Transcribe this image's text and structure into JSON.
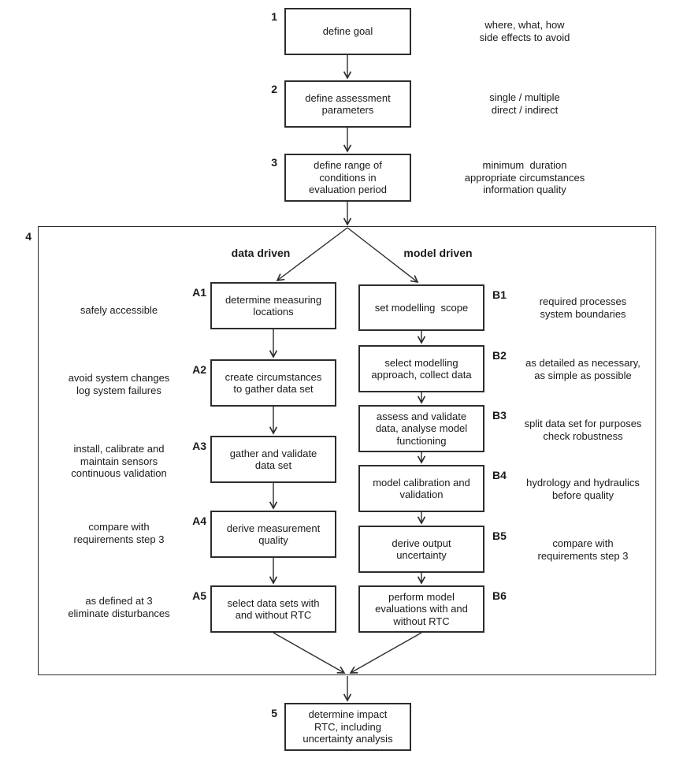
{
  "colors": {
    "background": "#ffffff",
    "line": "#2d2d2d",
    "text": "#1a1a1a"
  },
  "main_steps": [
    {
      "num": "1",
      "label": "define goal",
      "note": "where, what, how\nside effects to avoid"
    },
    {
      "num": "2",
      "label": "define assessment\nparameters",
      "note": "single / multiple\ndirect / indirect"
    },
    {
      "num": "3",
      "label": "define range of\nconditions in\nevaluation period",
      "note": "minimum  duration\nappropriate circumstances\ninformation quality"
    },
    {
      "num": "4"
    },
    {
      "num": "5",
      "label": "determine impact\nRTC, including\nuncertainty analysis"
    }
  ],
  "branch_headers": {
    "left": "data driven",
    "right": "model driven"
  },
  "data_driven_steps": [
    {
      "num": "A1",
      "label": "determine measuring\nlocations",
      "note": "safely accessible"
    },
    {
      "num": "A2",
      "label": "create circumstances\nto gather data set",
      "note": "avoid system changes\nlog system failures"
    },
    {
      "num": "A3",
      "label": "gather and validate\ndata set",
      "note": "install, calibrate and\nmaintain sensors\ncontinuous validation"
    },
    {
      "num": "A4",
      "label": "derive measurement\nquality",
      "note": "compare with\nrequirements step 3"
    },
    {
      "num": "A5",
      "label": "select data sets with\nand without RTC",
      "note": "as defined at 3\neliminate disturbances"
    }
  ],
  "model_driven_steps": [
    {
      "num": "B1",
      "label": "set modelling  scope",
      "note": "required processes\nsystem boundaries"
    },
    {
      "num": "B2",
      "label": "select modelling\napproach, collect data",
      "note": "as detailed as necessary,\nas simple as possible"
    },
    {
      "num": "B3",
      "label": "assess and validate\ndata, analyse model\nfunctioning",
      "note": "split data set for purposes\ncheck robustness"
    },
    {
      "num": "B4",
      "label": "model calibration and\nvalidation",
      "note": "hydrology and hydraulics\nbefore quality"
    },
    {
      "num": "B5",
      "label": "derive output\nuncertainty",
      "note": "compare with\nrequirements step 3"
    },
    {
      "num": "B6",
      "label": "perform model\nevaluations with and\nwithout RTC"
    }
  ]
}
